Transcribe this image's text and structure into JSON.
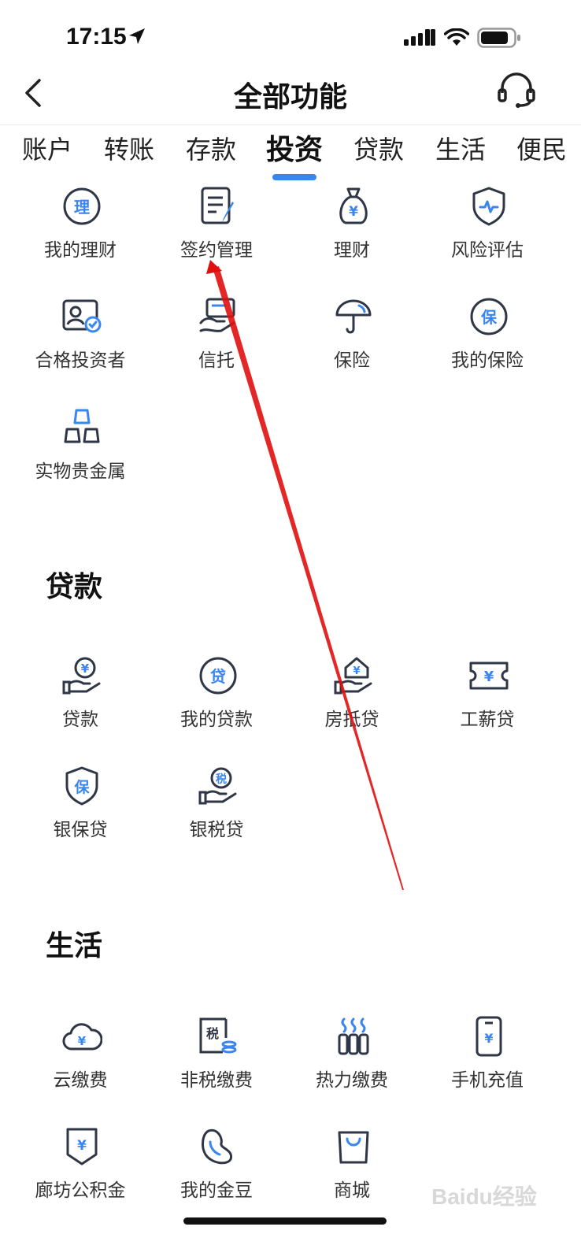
{
  "status": {
    "time": "17:15"
  },
  "nav": {
    "title": "全部功能"
  },
  "tabs": [
    "账户",
    "转账",
    "存款",
    "投资",
    "贷款",
    "生活",
    "便民"
  ],
  "sections": {
    "invest": {
      "items": [
        "我的理财",
        "签约管理",
        "理财",
        "风险评估",
        "合格投资者",
        "信托",
        "保险",
        "我的保险",
        "实物贵金属"
      ]
    },
    "loan": {
      "title": "贷款",
      "items": [
        "贷款",
        "我的贷款",
        "房抵贷",
        "工薪贷",
        "银保贷",
        "银税贷"
      ]
    },
    "life": {
      "title": "生活",
      "items": [
        "云缴费",
        "非税缴费",
        "热力缴费",
        "手机充值",
        "廊坊公积金",
        "我的金豆",
        "商城"
      ]
    }
  },
  "icon_glyphs": {
    "li": "理",
    "dai": "贷",
    "bao": "保",
    "shui": "税",
    "yen": "¥"
  },
  "watermark": "Baidu经验",
  "colors": {
    "accent": "#3a86f0",
    "icon_stroke": "#2f3645",
    "annotation_arrow": "#e01010"
  }
}
